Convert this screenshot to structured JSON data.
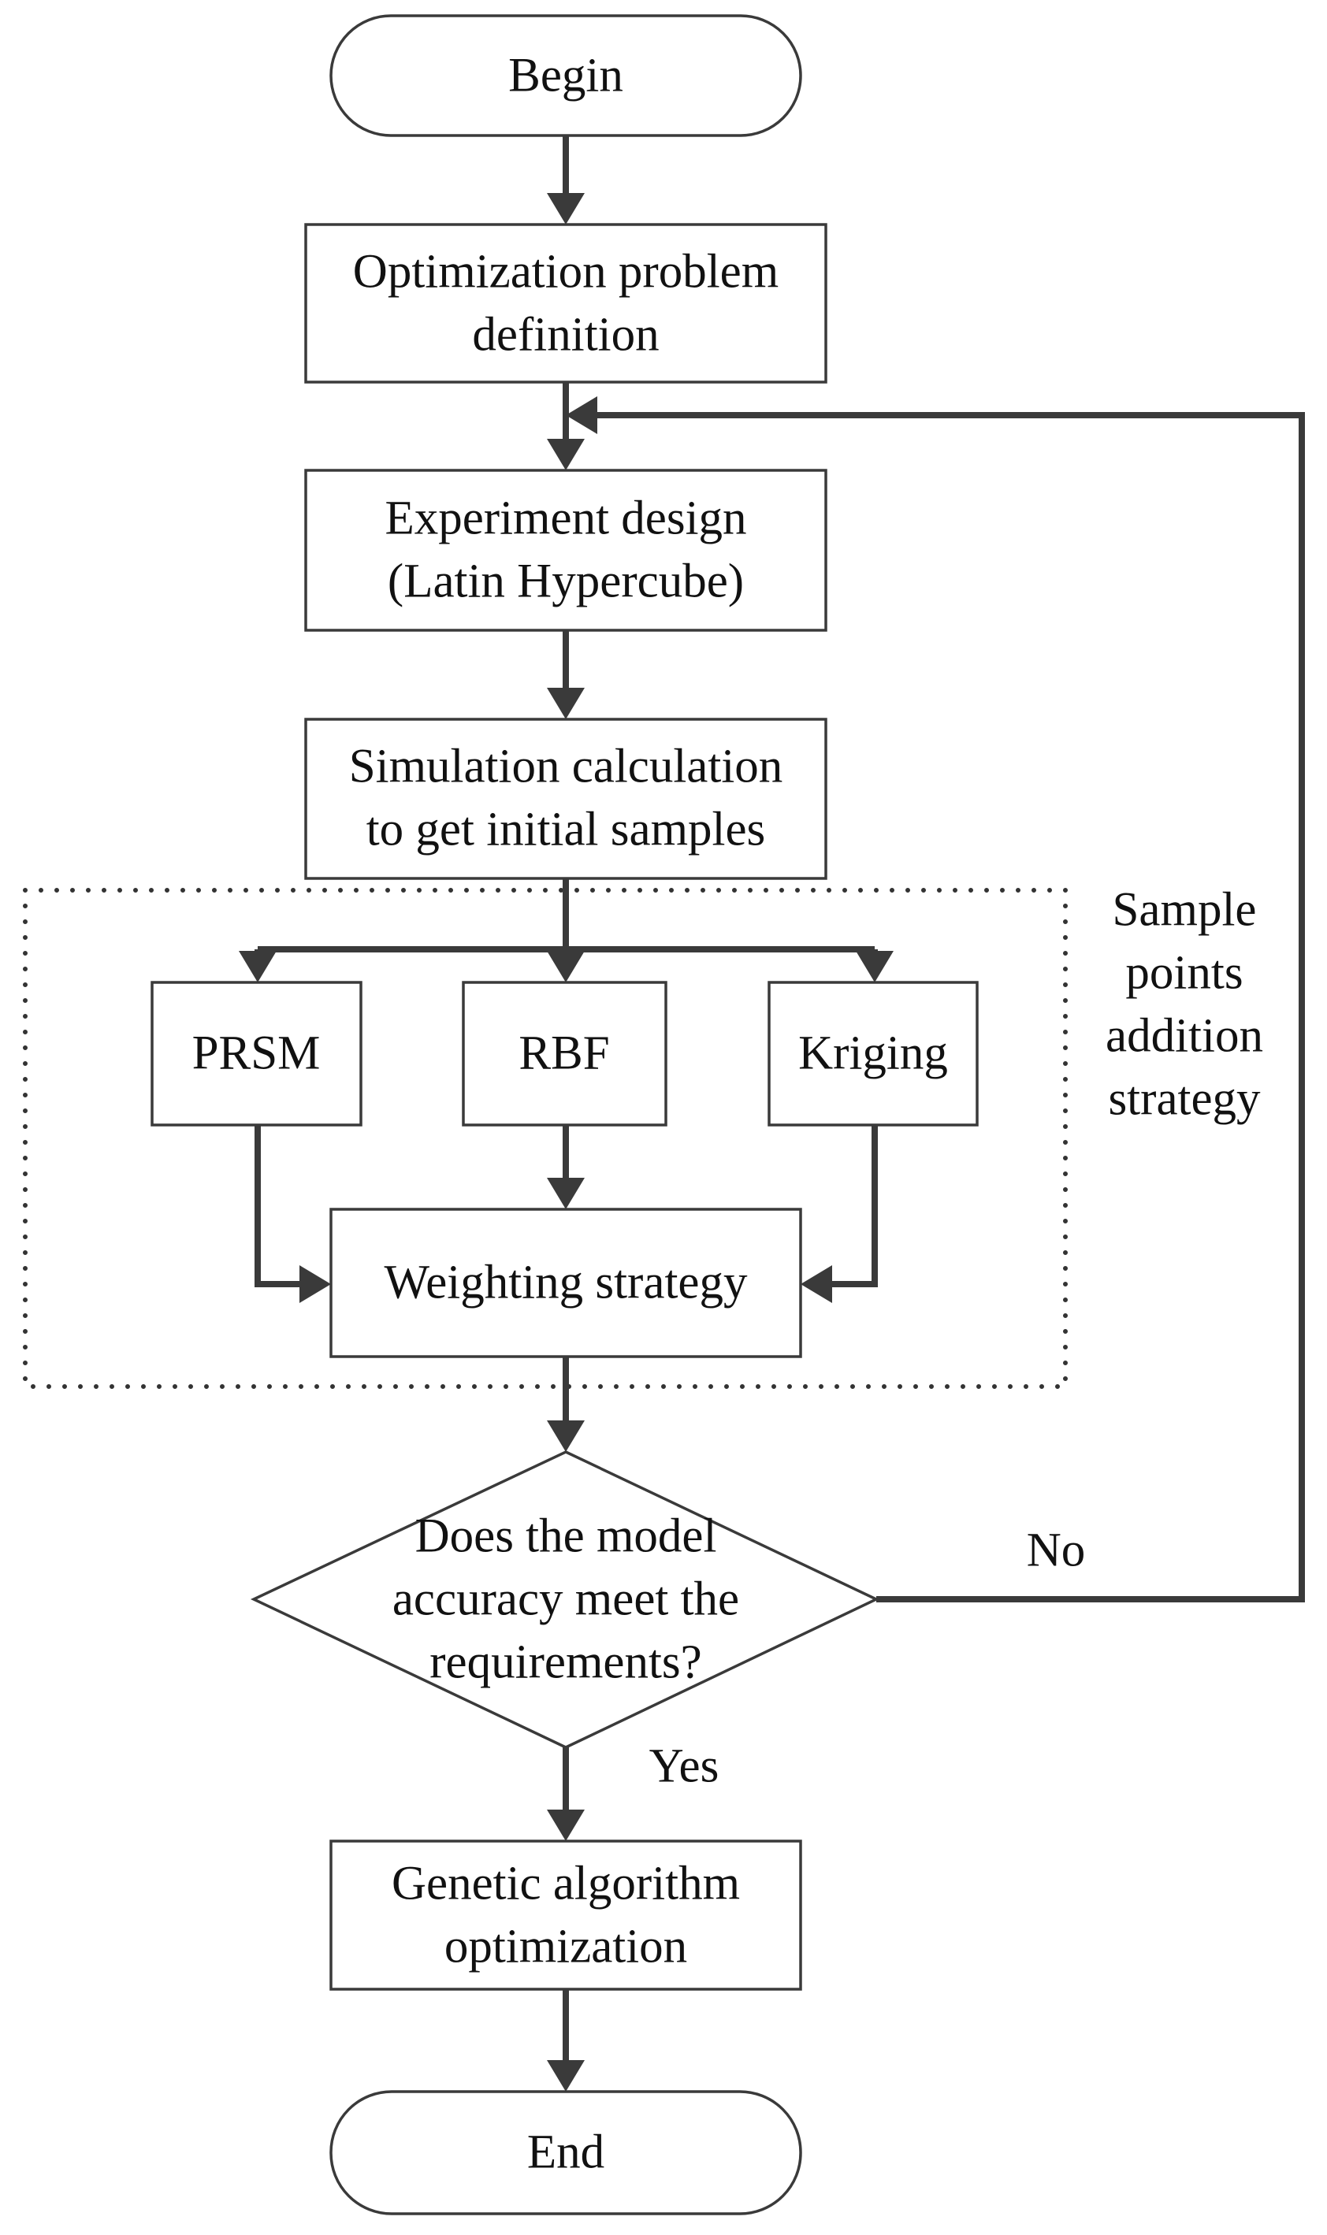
{
  "nodes": {
    "begin": "Begin",
    "problem_definition": [
      "Optimization problem",
      "definition"
    ],
    "experiment_design": [
      "Experiment design",
      "(Latin Hypercube)"
    ],
    "simulation": [
      "Simulation calculation",
      "to get initial samples"
    ],
    "prsm": "PRSM",
    "rbf": "RBF",
    "kriging": "Kriging",
    "weighting": "Weighting strategy",
    "decision": [
      "Does the model",
      "accuracy meet the",
      "requirements?"
    ],
    "genetic": [
      "Genetic algorithm",
      "optimization"
    ],
    "end": "End"
  },
  "group_label": [
    "Sample",
    "points",
    "addition",
    "strategy"
  ],
  "edge_labels": {
    "no": "No",
    "yes": "Yes"
  }
}
